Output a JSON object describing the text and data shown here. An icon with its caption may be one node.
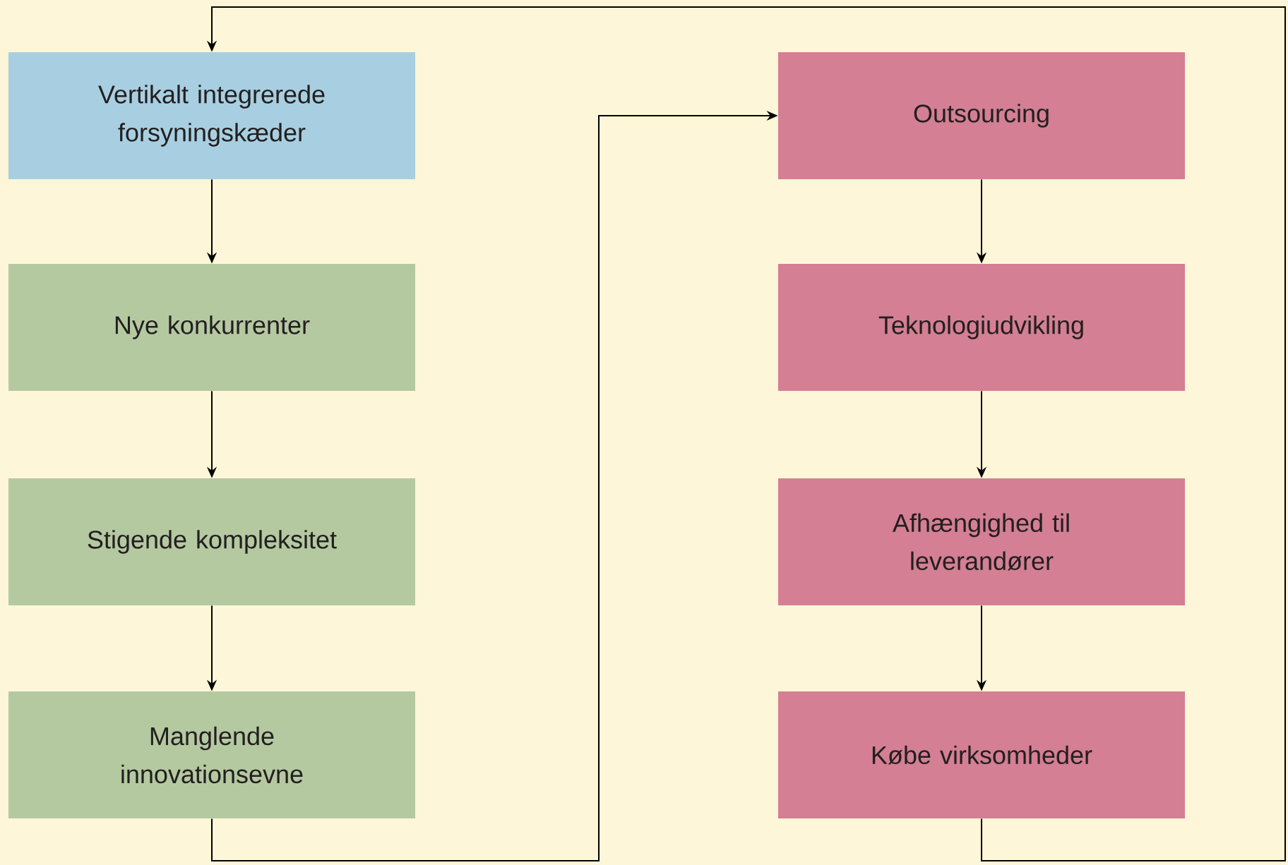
{
  "diagram": {
    "nodes": [
      {
        "text": [
          "Vertikalt integrerede forsyningskæder"
        ]
      },
      {
        "text": [
          "Nye konkurrenter"
        ]
      },
      {
        "text": [
          "Stigende kompleksitet"
        ]
      },
      {
        "text": [
          "Manglende innovationsevne"
        ]
      },
      {
        "text": [
          "Outsourcing"
        ]
      },
      {
        "text": [
          "Teknologiudvikling"
        ]
      },
      {
        "text": [
          "Afhængighed til leverandører"
        ]
      },
      {
        "text": [
          "Købe virksomheder"
        ]
      }
    ],
    "edges": [
      {
        "from": 0,
        "to": 1,
        "arrow": "to"
      },
      {
        "from": 1,
        "to": 2,
        "arrow": "to"
      },
      {
        "from": 2,
        "to": 3,
        "arrow": "to"
      },
      {
        "from": 3,
        "to": 4,
        "arrow": "to"
      },
      {
        "from": 4,
        "to": 5,
        "arrow": "to"
      },
      {
        "from": 5,
        "to": 6,
        "arrow": "to"
      },
      {
        "from": 6,
        "to": 7,
        "arrow": "to"
      },
      {
        "from": 7,
        "to": 0,
        "arrow": "to"
      }
    ]
  }
}
